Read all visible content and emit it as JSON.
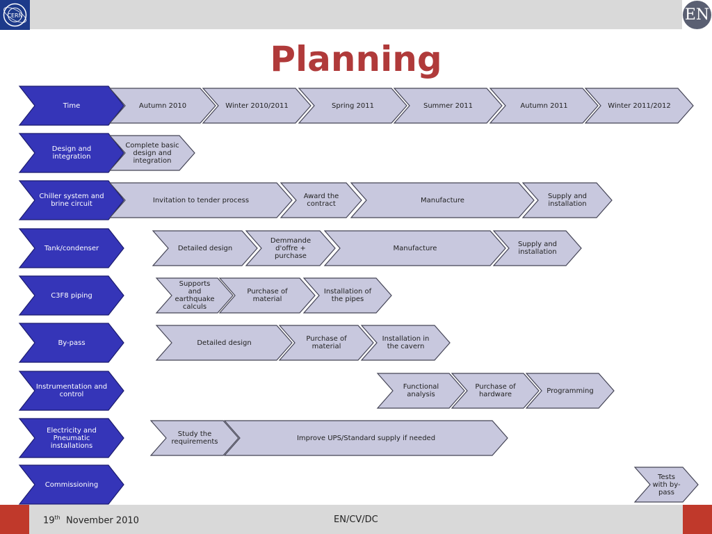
{
  "header": {
    "cern_logo_text": "CERN",
    "en_logo_text": "EN",
    "title": "Planning"
  },
  "colors": {
    "title": "#b03a3a",
    "row_header": "#3535b8",
    "task": "#c8c8de",
    "footer_accent": "#c0392b"
  },
  "rows": [
    {
      "label": "Time",
      "tasks": [
        "Autumn 2010",
        "Winter 2010/2011",
        "Spring 2011",
        "Summer 2011",
        "Autumn 2011",
        "Winter 2011/2012"
      ]
    },
    {
      "label": "Design and integration",
      "tasks": [
        "Complete basic design and integration"
      ]
    },
    {
      "label": "Chiller system and brine circuit",
      "tasks": [
        "Invitation to tender process",
        "Award the contract",
        "Manufacture",
        "Supply and installation"
      ]
    },
    {
      "label": "Tank/condenser",
      "tasks": [
        "Detailed design",
        "Demmande d'offre + purchase",
        "Manufacture",
        "Supply and installation"
      ]
    },
    {
      "label": "C3F8 piping",
      "tasks": [
        "Supports and earthquake calculs",
        "Purchase of material",
        "Installation of the pipes"
      ]
    },
    {
      "label": "By-pass",
      "tasks": [
        "Detailed design",
        "Purchase of material",
        "Installation in the cavern"
      ]
    },
    {
      "label": "Instrumentation and control",
      "tasks": [
        "Functional analysis",
        "Purchase of hardware",
        "Programming"
      ]
    },
    {
      "label": "Electricity and Pneumatic installations",
      "tasks": [
        "Study the requirements",
        "Improve UPS/Standard supply if needed"
      ]
    },
    {
      "label": "Commissioning",
      "tasks": [
        "Tests with by-pass"
      ]
    }
  ],
  "footer": {
    "date_day": "19",
    "date_suffix": "th",
    "date_rest": "November 2010",
    "department": "EN/CV/DC"
  }
}
